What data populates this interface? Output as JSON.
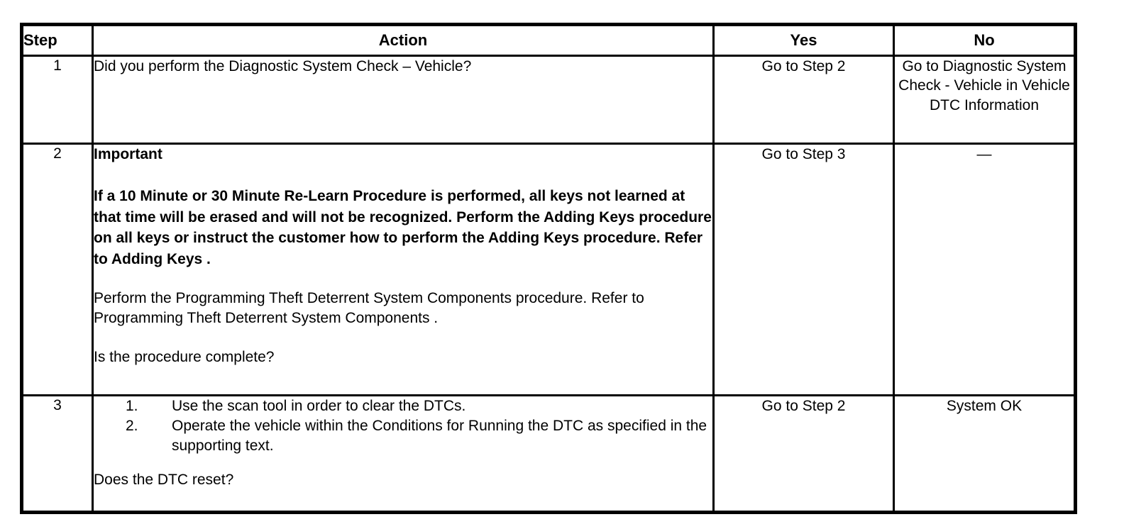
{
  "table": {
    "columns": [
      {
        "key": "step",
        "label": "Step"
      },
      {
        "key": "action",
        "label": "Action"
      },
      {
        "key": "yes",
        "label": "Yes"
      },
      {
        "key": "no",
        "label": "No"
      }
    ],
    "rows": [
      {
        "step": "1",
        "action": {
          "question": "Did you perform the Diagnostic System Check – Vehicle?"
        },
        "yes": "Go to Step 2",
        "no": "Go to Diagnostic System Check - Vehicle in Vehicle DTC Information"
      },
      {
        "step": "2",
        "action": {
          "important_heading": "Important",
          "important_body": "If a 10 Minute or 30 Minute Re-Learn Procedure is performed, all keys not learned at that time will be erased and will not be recognized. Perform the Adding Keys procedure on all keys or instruct the customer how to perform the Adding Keys procedure. Refer to Adding Keys .",
          "body_para": "Perform the Programming Theft Deterrent System Components procedure. Refer to Programming Theft Deterrent System Components .",
          "question": "Is the procedure complete?"
        },
        "yes": "Go to Step 3",
        "no": "—"
      },
      {
        "step": "3",
        "action": {
          "list": [
            {
              "num": "1.",
              "text": "Use the scan tool in order to clear the DTCs."
            },
            {
              "num": "2.",
              "text": "Operate the vehicle within the Conditions for Running the DTC as specified in the supporting text."
            }
          ],
          "question": "Does the DTC reset?"
        },
        "yes": "Go to Step 2",
        "no": "System OK"
      }
    ]
  },
  "colors": {
    "border": "#000000",
    "background": "#ffffff",
    "text": "#000000"
  }
}
